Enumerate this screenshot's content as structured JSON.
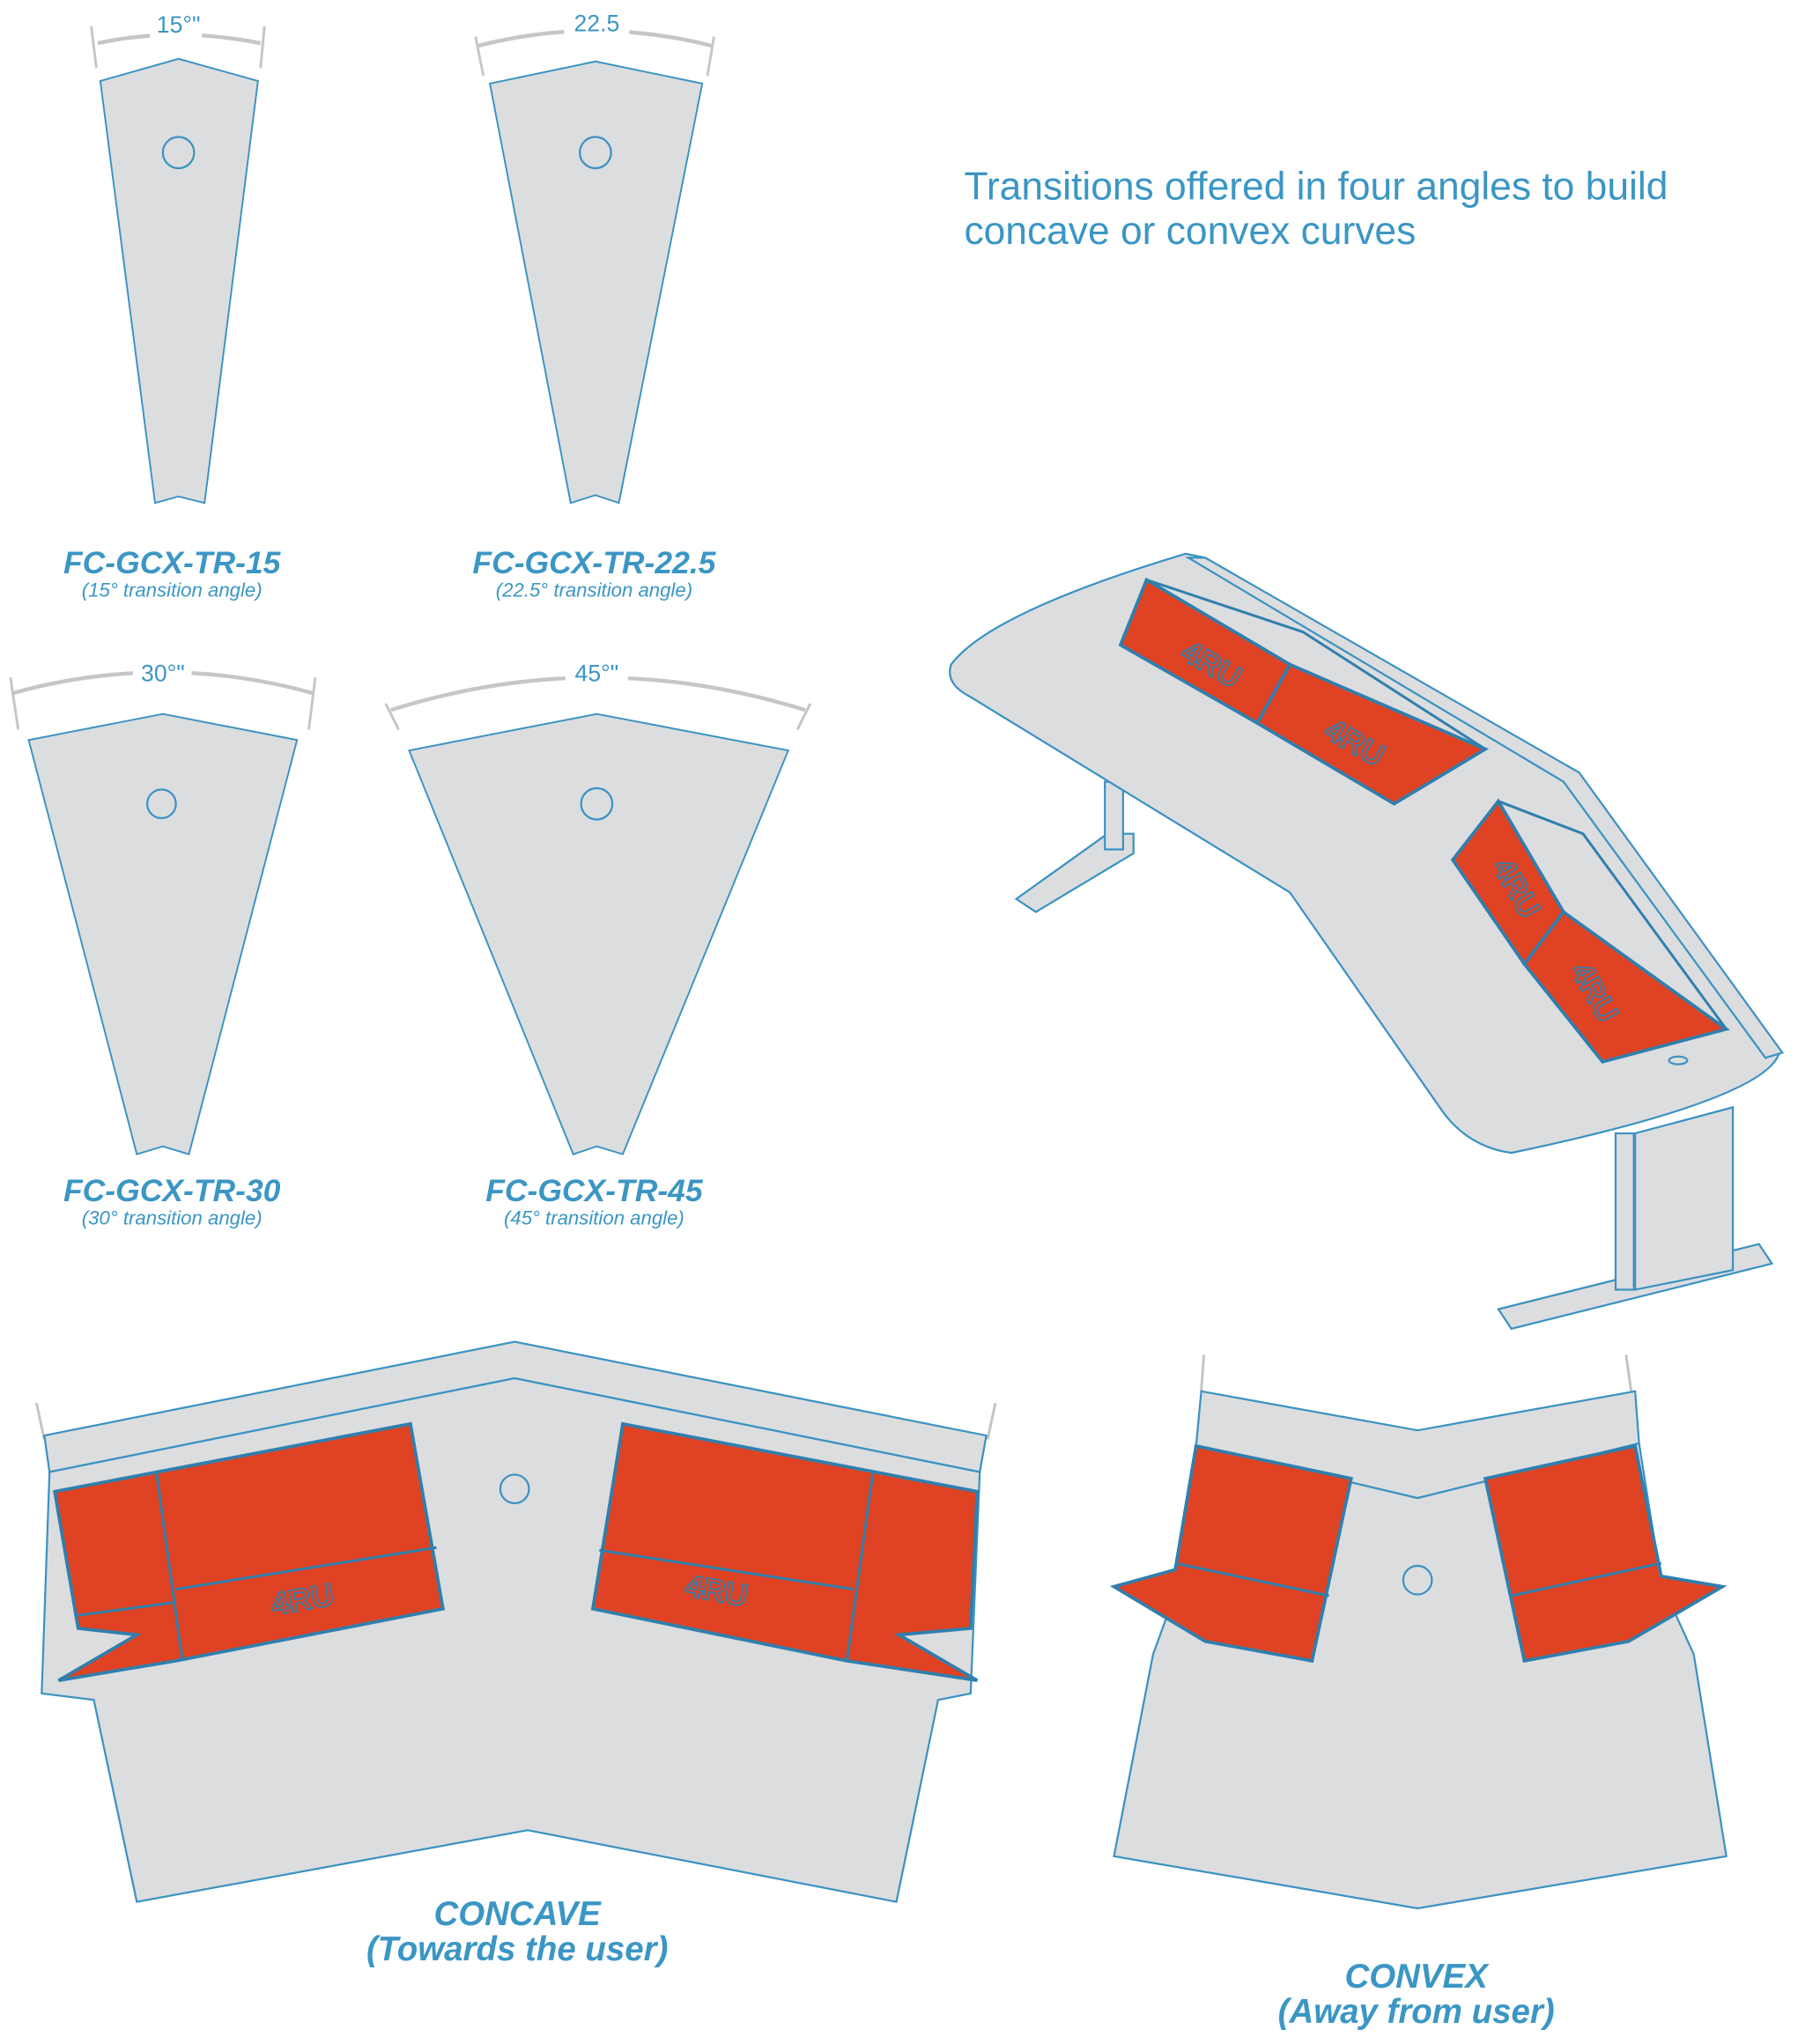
{
  "headline": "Transitions offered in four angles to build concave or convex curves",
  "headline_lines": [
    "Transitions offered in four angles to build",
    "concave or convex curves"
  ],
  "pieces": [
    {
      "code": "FC-GCX-TR-15",
      "desc": "(15° transition angle)",
      "dimension": "15°\""
    },
    {
      "code": "FC-GCX-TR-22.5",
      "desc": "(22.5° transition angle)",
      "dimension": "22.5"
    },
    {
      "code": "FC-GCX-TR-30",
      "desc": "(30° transition angle)",
      "dimension": "30°\""
    },
    {
      "code": "FC-GCX-TR-45",
      "desc": "(45° transition angle)",
      "dimension": "45°\""
    }
  ],
  "module_label": "4RU",
  "concave": {
    "title": "CONCAVE",
    "subtitle": "(Towards the user)"
  },
  "convex": {
    "title": "CONVEX",
    "subtitle": "(Away from user)"
  },
  "colors": {
    "accent": "#3b96c4",
    "equipment": "#e04323",
    "surface": "#dcdddf"
  }
}
